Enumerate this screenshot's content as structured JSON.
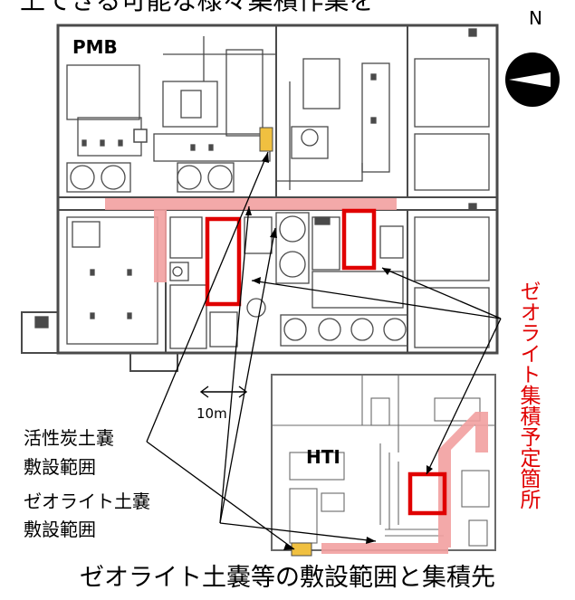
{
  "header_fragment": "上できる可能な様々集積作業を",
  "north_label": "N",
  "buildings": {
    "pmb": "PMB",
    "hti": "HTI"
  },
  "scale_label": "10m",
  "labels": {
    "activated_carbon_line1": "活性炭土嚢",
    "activated_carbon_line2": "敷設範囲",
    "zeolite_bag_line1": "ゼオライト土嚢",
    "zeolite_bag_line2": "敷設範囲"
  },
  "zeolite_storage_vertical": "ゼオライト集積予定箇所",
  "caption": "ゼオライト土嚢等の敷設範囲と集積先",
  "colors": {
    "highlight_red": "#e00000",
    "pink_range": "#f2a0a0",
    "yellow_range": "#f0c040",
    "wall": "#4a4a4a"
  },
  "icons": [
    "compass-icon"
  ]
}
